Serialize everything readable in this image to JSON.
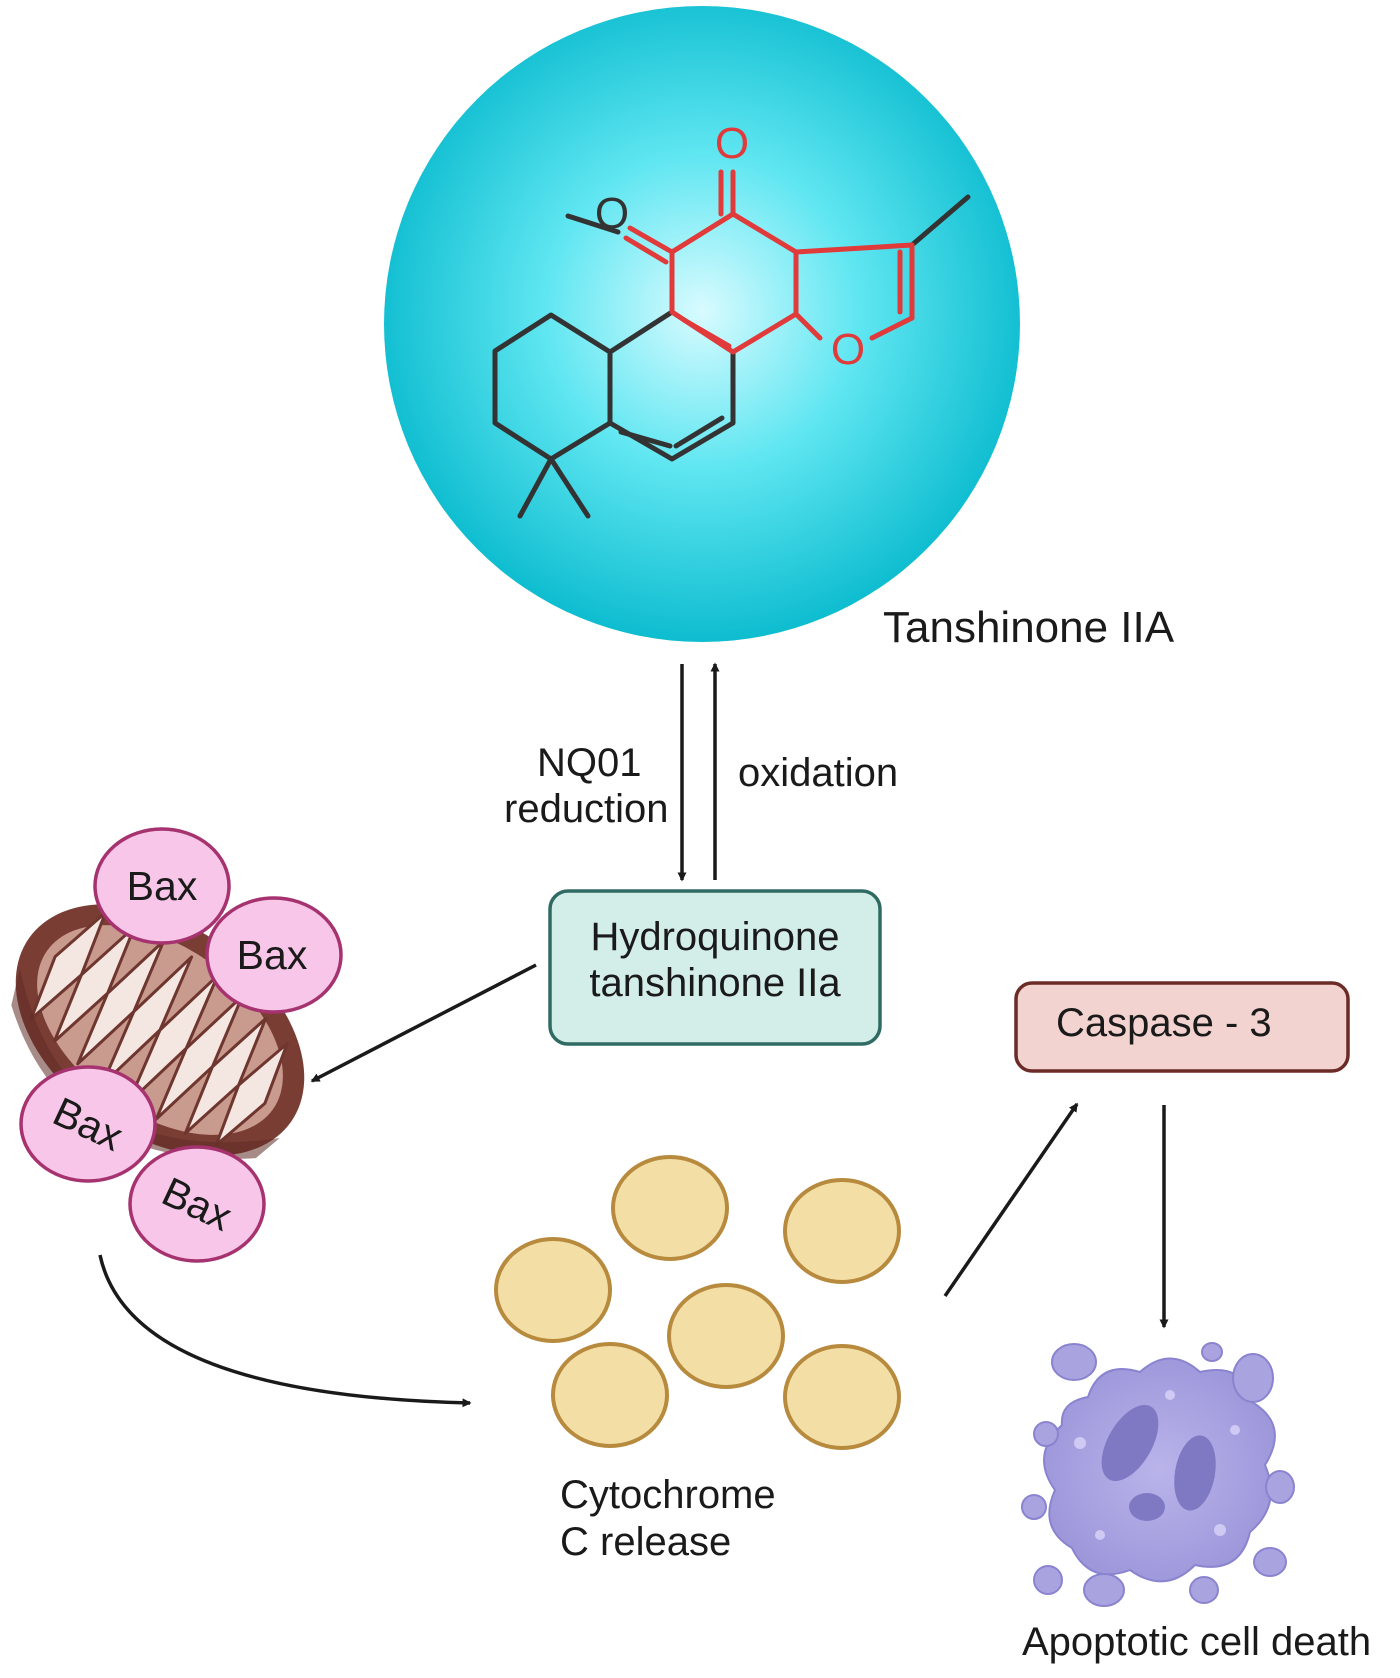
{
  "molecule": {
    "name": "Tanshinone IIA",
    "atom_labels": [
      "O",
      "O",
      "O"
    ],
    "colors": {
      "sphere_center": "#d8fbff",
      "sphere_mid": "#36dcea",
      "sphere_edge": "#05b8cc",
      "highlight_bonds": "#e03a3a",
      "plain_bonds": "#333333"
    }
  },
  "arrows": {
    "reduction_label": [
      "NQ01",
      "reduction"
    ],
    "oxidation_label": "oxidation"
  },
  "hydroquinone_box": {
    "lines": [
      "Hydroquinone",
      "tanshinone IIa"
    ],
    "fill": "#d3ede8",
    "stroke": "#2f6b63"
  },
  "mitochondrion": {
    "bax_labels": [
      "Bax",
      "Bax",
      "Bax",
      "Bax"
    ],
    "bax_fill": "#f7c6e8",
    "bax_stroke": "#a6336f",
    "outer_color": "#7a3d34"
  },
  "cytochrome": {
    "label": [
      "Cytochrome",
      "C release"
    ],
    "disc_fill": "#f3dfa6",
    "disc_stroke": "#b78a3d"
  },
  "caspase_box": {
    "label": "Caspase - 3",
    "fill": "#f2d3cf",
    "stroke": "#6b2b27"
  },
  "apoptosis": {
    "label": "Apoptotic cell death",
    "cell_color": "#a9a4e0"
  }
}
